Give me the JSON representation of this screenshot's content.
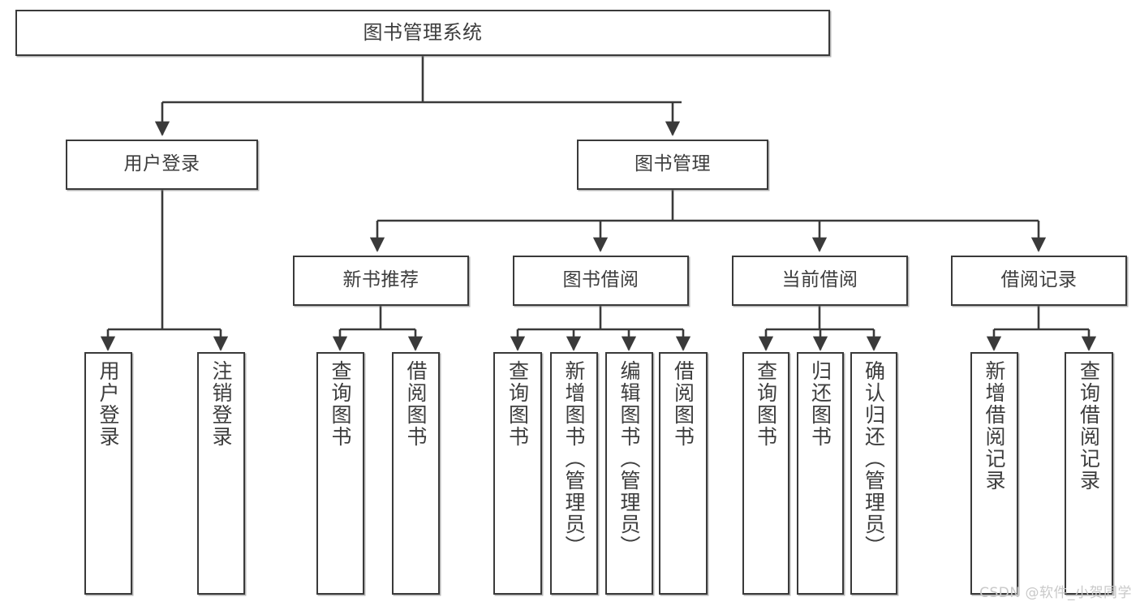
{
  "diagram": {
    "title": "图书管理系统",
    "type": "tree-hierarchy",
    "root": {
      "label": "图书管理系统"
    },
    "level2": [
      {
        "label": "用户登录"
      },
      {
        "label": "图书管理"
      }
    ],
    "level3": [
      {
        "label": "新书推荐"
      },
      {
        "label": "图书借阅"
      },
      {
        "label": "当前借阅"
      },
      {
        "label": "借阅记录"
      }
    ],
    "leaves": {
      "user_login": [
        {
          "label": "用户登录"
        },
        {
          "label": "注销登录"
        }
      ],
      "new_book_recommend": [
        {
          "label": "查询图书"
        },
        {
          "label": "借阅图书"
        }
      ],
      "book_borrow": [
        {
          "label": "查询图书"
        },
        {
          "label": "新增图书（管理员）"
        },
        {
          "label": "编辑图书（管理员）"
        },
        {
          "label": "借阅图书"
        }
      ],
      "current_borrow": [
        {
          "label": "查询图书"
        },
        {
          "label": "归还图书"
        },
        {
          "label": "确认归还（管理员）"
        }
      ],
      "borrow_record": [
        {
          "label": "新增借阅记录"
        },
        {
          "label": "查询借阅记录"
        }
      ]
    },
    "watermark": "CSDN @软件_小贺同学",
    "colors": {
      "stroke": "#3a3a3a",
      "fill": "#ffffff",
      "text": "#3d3d3d",
      "watermark": "#c9c9c9"
    }
  }
}
